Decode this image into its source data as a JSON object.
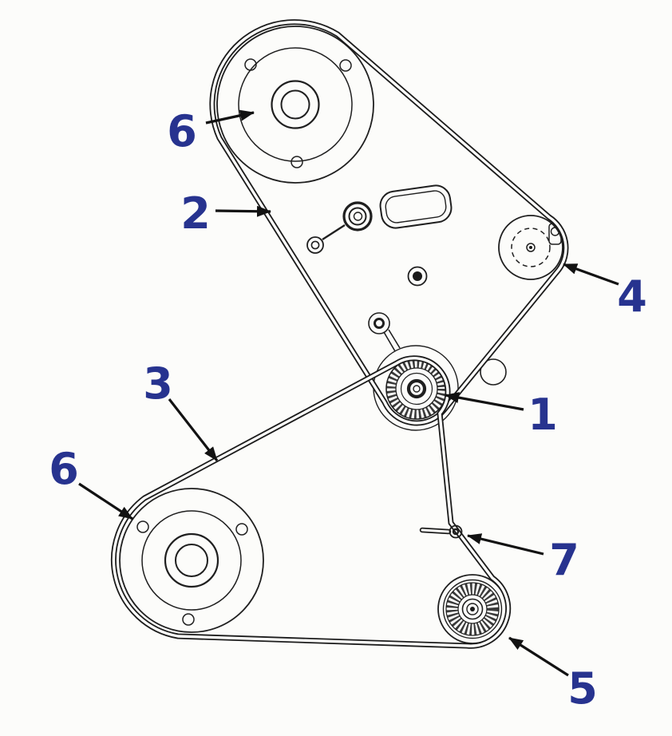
{
  "colors": {
    "callout": "#27338f",
    "line": "#1f1f1f",
    "background": "#fcfcfa"
  },
  "callouts": [
    {
      "part": "drive-pulley",
      "label": "1"
    },
    {
      "part": "upper-belt",
      "label": "2"
    },
    {
      "part": "lower-belt",
      "label": "3"
    },
    {
      "part": "idler-pulley",
      "label": "4"
    },
    {
      "part": "small-drive-pulley",
      "label": "5"
    },
    {
      "part": "upper-spool-pulley",
      "label": "6"
    },
    {
      "part": "lower-spool-pulley",
      "label": "6"
    },
    {
      "part": "belt-tensioner",
      "label": "7"
    }
  ]
}
